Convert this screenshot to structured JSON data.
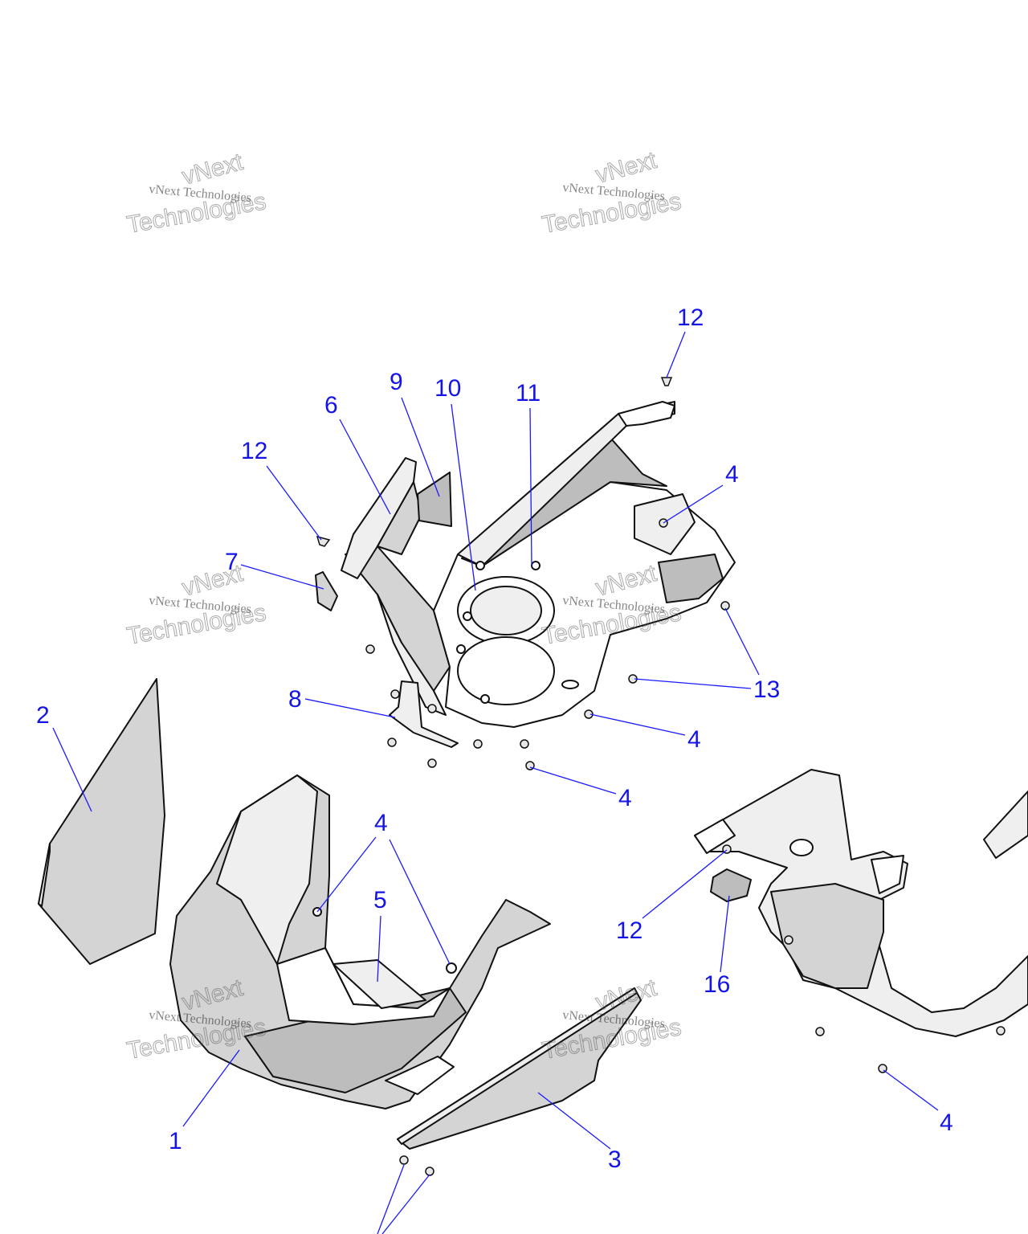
{
  "diagram": {
    "watermark": {
      "line1": "vNext Technologies",
      "line2": "vNext",
      "line3": "Technologies"
    },
    "callouts": [
      {
        "id": "c-12a",
        "label": "12"
      },
      {
        "id": "c-9",
        "label": "9"
      },
      {
        "id": "c-10",
        "label": "10"
      },
      {
        "id": "c-11",
        "label": "11"
      },
      {
        "id": "c-6",
        "label": "6"
      },
      {
        "id": "c-12b",
        "label": "12"
      },
      {
        "id": "c-4a",
        "label": "4"
      },
      {
        "id": "c-7",
        "label": "7"
      },
      {
        "id": "c-13",
        "label": "13"
      },
      {
        "id": "c-8",
        "label": "8"
      },
      {
        "id": "c-4b",
        "label": "4"
      },
      {
        "id": "c-4c",
        "label": "4"
      },
      {
        "id": "c-2",
        "label": "2"
      },
      {
        "id": "c-4d",
        "label": "4"
      },
      {
        "id": "c-5",
        "label": "5"
      },
      {
        "id": "c-12c",
        "label": "12"
      },
      {
        "id": "c-16",
        "label": "16"
      },
      {
        "id": "c-1",
        "label": "1"
      },
      {
        "id": "c-3",
        "label": "3"
      },
      {
        "id": "c-4e",
        "label": "4"
      }
    ]
  }
}
